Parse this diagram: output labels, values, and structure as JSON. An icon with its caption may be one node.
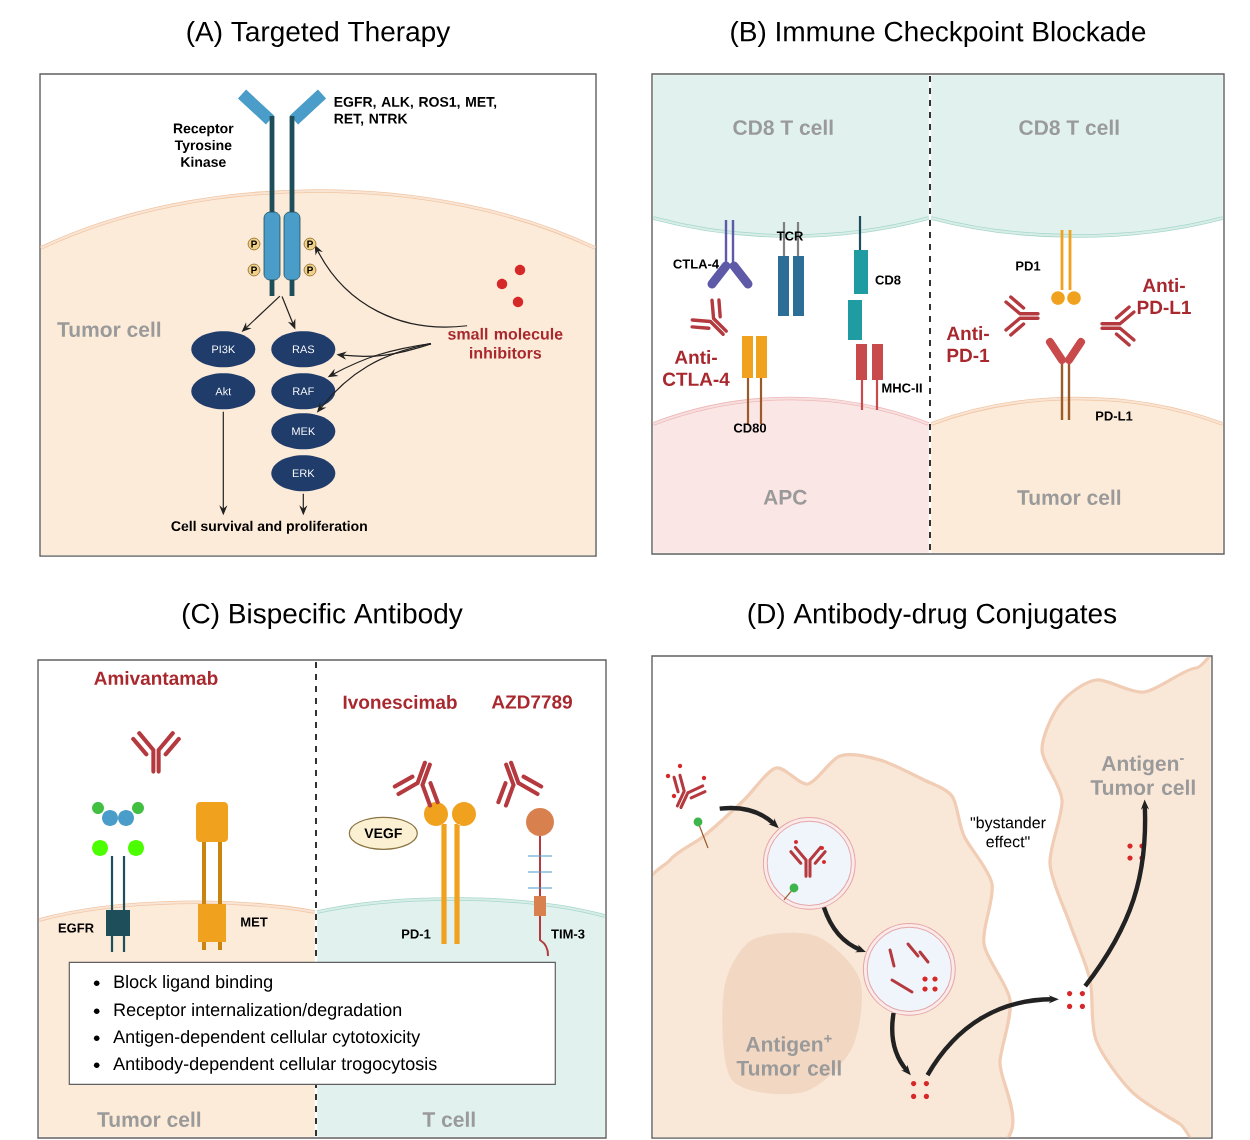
{
  "diagram": {
    "nodes": [
      {
        "text": [
          "(A) Targeted Therapy"
        ]
      },
      {
        "text": [
          "Tumor cell"
        ],
        "in": 0
      },
      {
        "text": [],
        "shape": "picture",
        "in": 0,
        "beside": [
          "Receptor Tyrosine Kinase",
          "EGFR, ALK, ROS1, MET, RET, NTRK"
        ]
      },
      {
        "text": [
          "PI3K"
        ],
        "in": 1
      },
      {
        "text": [
          "Akt"
        ],
        "in": 1
      },
      {
        "text": [
          "RAS"
        ],
        "in": 1
      },
      {
        "text": [
          "RAF"
        ],
        "in": 1
      },
      {
        "text": [
          "MEK"
        ],
        "in": 1
      },
      {
        "text": [
          "ERK"
        ],
        "in": 1
      },
      {
        "text": [
          "Cell survival and proliferation"
        ],
        "in": 1
      },
      {
        "text": [
          "small molecule inhibitors"
        ],
        "in": 1
      },
      {
        "text": [
          "(B) Immune Checkpoint Blockade"
        ]
      },
      {
        "text": [
          "CD8 T cell"
        ],
        "in": 11
      },
      {
        "text": [
          "CD8 T cell"
        ],
        "in": 11
      },
      {
        "text": [
          "APC"
        ],
        "in": 11
      },
      {
        "text": [
          "Tumor cell"
        ],
        "in": 11
      },
      {
        "text": [
          "(C) Bispecific Antibody"
        ]
      },
      {
        "text": [
          "VEGF"
        ],
        "in": 16
      },
      {
        "text": [
          "Block ligand binding",
          "Receptor internalization/degradation",
          "Antigen-dependent cellular cytotoxicity",
          "Antibody-dependent cellular trogocytosis"
        ],
        "in": 16
      },
      {
        "text": [
          "Tumor cell"
        ],
        "in": 16
      },
      {
        "text": [
          "T cell"
        ],
        "in": 16
      },
      {
        "text": [
          "(D) Antibody-drug Conjugates"
        ]
      },
      {
        "text": [],
        "shape": "picture",
        "in": 21
      },
      {
        "text": [
          "Antigen$^{+}$ Tumor cell"
        ],
        "in": 21
      },
      {
        "text": [],
        "shape": "circle",
        "in": 23
      },
      {
        "text": [],
        "shape": "circle",
        "in": 23
      },
      {
        "text": [],
        "shape": "dots",
        "in": 23
      },
      {
        "text": [],
        "shape": "dots",
        "in": 21
      },
      {
        "text": [
          "Antigen$^{-}$ Tumor cell"
        ],
        "in": 21
      }
    ],
    "edges": [
      {
        "from": 2,
        "to": 3,
        "arrow": "to"
      },
      {
        "from": 2,
        "to": 5,
        "arrow": "to"
      },
      {
        "from": 4,
        "to": 9,
        "arrow": "to"
      },
      {
        "from": 8,
        "to": 9,
        "arrow": "to"
      },
      {
        "from": 10,
        "to": 2,
        "arrow": "to"
      },
      {
        "from": 10,
        "to": 5,
        "arrow": "to"
      },
      {
        "from": 10,
        "to": 6,
        "arrow": "to"
      },
      {
        "from": 10,
        "to": 7,
        "arrow": "to"
      },
      {
        "from": 22,
        "to": 24,
        "arrow": "to",
        "style": "thick"
      },
      {
        "from": 24,
        "to": 25,
        "arrow": "to",
        "style": "thick"
      },
      {
        "from": 25,
        "to": 26,
        "arrow": "to",
        "style": "thick"
      },
      {
        "from": 26,
        "to": 27,
        "arrow": "to",
        "style": "thick"
      },
      {
        "from": 27,
        "to": 28,
        "arrow": "to",
        "style": "thick"
      }
    ],
    "labels": [
      "P",
      "P",
      "P",
      "P",
      "TCR",
      "CTLA-4",
      "CD8",
      "Anti-CTLA-4",
      "MHC-II",
      "CD80",
      "PD1",
      "Anti-PD-L1",
      "Anti-PD-1",
      "PD-L1",
      "Amivantamab",
      "Ivonescimab",
      "AZD7789",
      "EGFR",
      "MET",
      "PD-1",
      "TIM-3",
      "\"bystander effect\""
    ]
  }
}
